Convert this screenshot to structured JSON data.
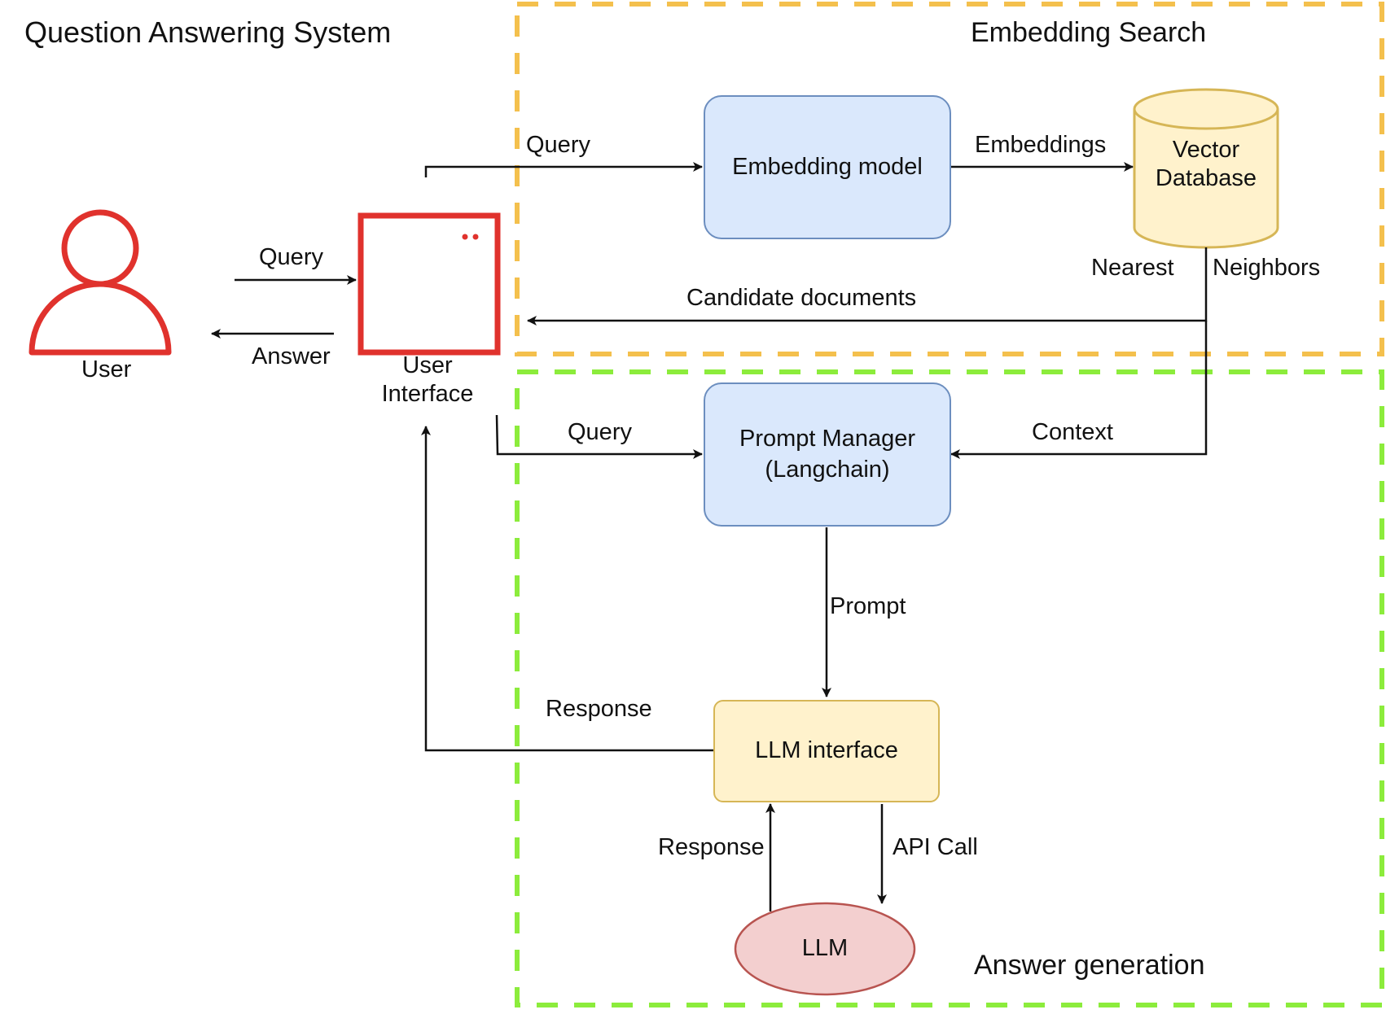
{
  "title": "Question Answering System",
  "groups": {
    "embedding_search": "Embedding Search",
    "answer_generation": "Answer generation"
  },
  "nodes": {
    "user": "User",
    "user_interface_line1": "User",
    "user_interface_line2": "Interface",
    "embedding_model": "Embedding model",
    "vector_db_line1": "Vector",
    "vector_db_line2": "Database",
    "prompt_manager_line1": "Prompt Manager",
    "prompt_manager_line2": "(Langchain)",
    "llm_interface": "LLM interface",
    "llm": "LLM"
  },
  "edges": {
    "user_query": "Query",
    "answer": "Answer",
    "ui_query_to_embedding": "Query",
    "embeddings": "Embeddings",
    "nearest": "Nearest",
    "neighbors": "Neighbors",
    "candidate_documents": "Candidate documents",
    "ui_query_to_prompt": "Query",
    "context": "Context",
    "prompt": "Prompt",
    "response_to_ui": "Response",
    "llm_response": "Response",
    "api_call": "API Call"
  },
  "colors": {
    "embedding_group_border": "#f4c04d",
    "answer_group_border": "#8cec3c",
    "user_icon": "#e0322d",
    "blue_fill": "#dae8fc",
    "blue_stroke": "#6c8ebf",
    "yellow_fill": "#fff2cc",
    "yellow_stroke": "#d6b656",
    "llm_fill": "#f3cfcf",
    "llm_stroke": "#b85450"
  }
}
